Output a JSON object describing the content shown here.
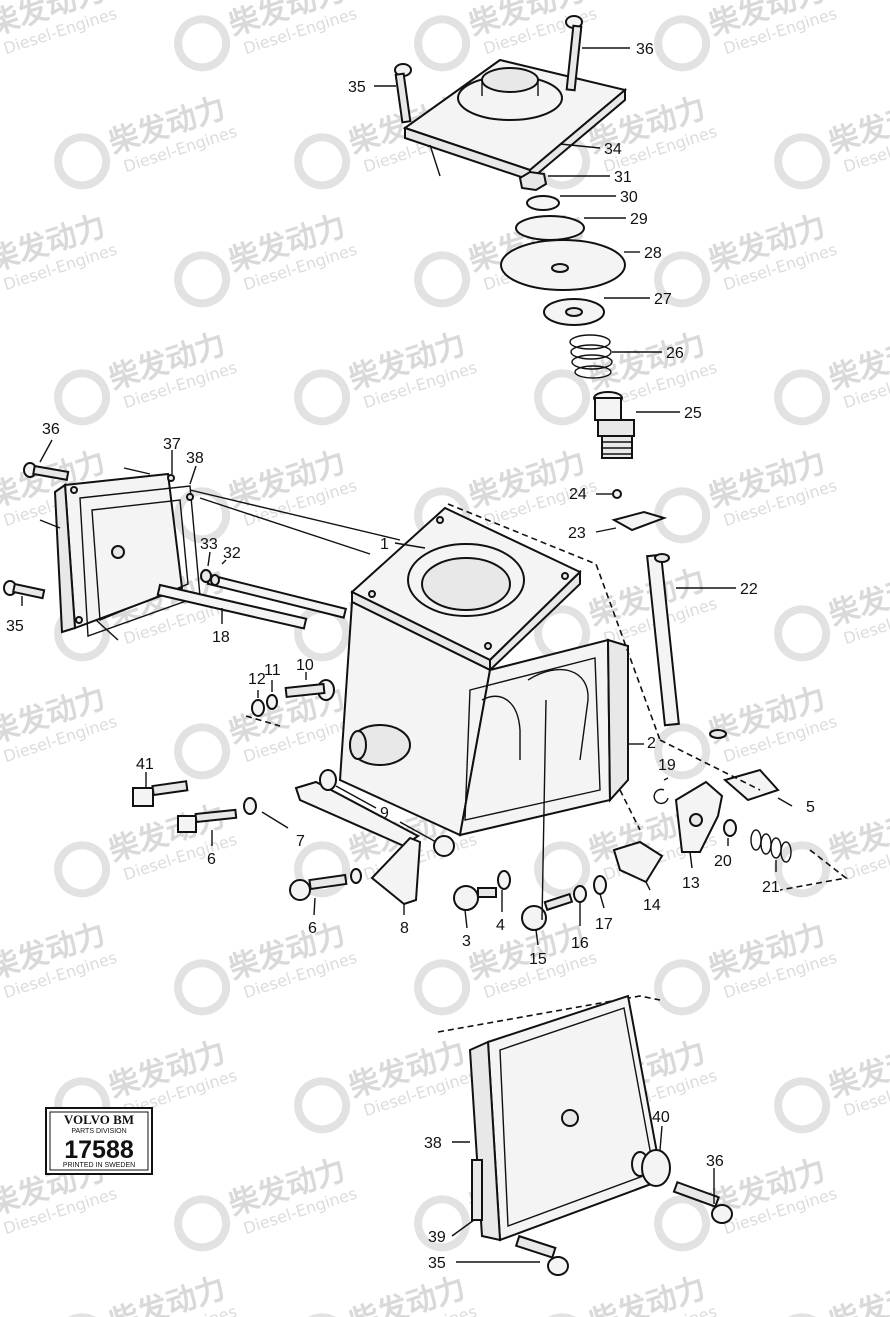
{
  "watermark": {
    "brand": "柴发动力",
    "sub": "Diesel-Engines"
  },
  "stamp": {
    "brand": "VOLVO BM",
    "division": "PARTS DIVISION",
    "number": "17588",
    "printed": "PRINTED IN SWEDEN"
  },
  "callouts": [
    "1",
    "2",
    "3",
    "4",
    "5",
    "6",
    "6",
    "7",
    "8",
    "9",
    "10",
    "11",
    "12",
    "13",
    "14",
    "15",
    "16",
    "17",
    "18",
    "19",
    "20",
    "21",
    "22",
    "23",
    "24",
    "25",
    "26",
    "27",
    "28",
    "29",
    "30",
    "31",
    "32",
    "33",
    "34",
    "35",
    "35",
    "35",
    "36",
    "36",
    "36",
    "37",
    "38",
    "38",
    "39",
    "40",
    "41"
  ]
}
